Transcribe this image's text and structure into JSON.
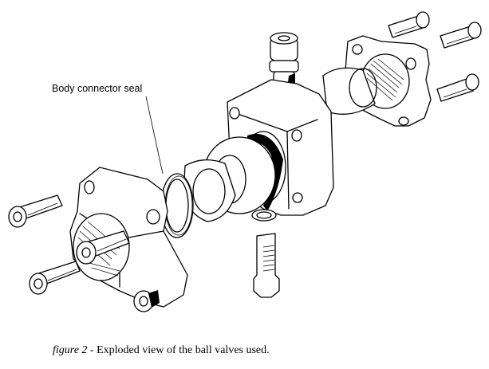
{
  "figure": {
    "annotation_label": "Body connector seal",
    "caption_figure_number": "figure 2",
    "caption_text": " - Exploded view of  the ball valves used."
  },
  "colors": {
    "ink": "#000000",
    "paper": "#ffffff"
  },
  "parts": {
    "left_bolts_count": 4,
    "right_bolts_count": 3
  }
}
